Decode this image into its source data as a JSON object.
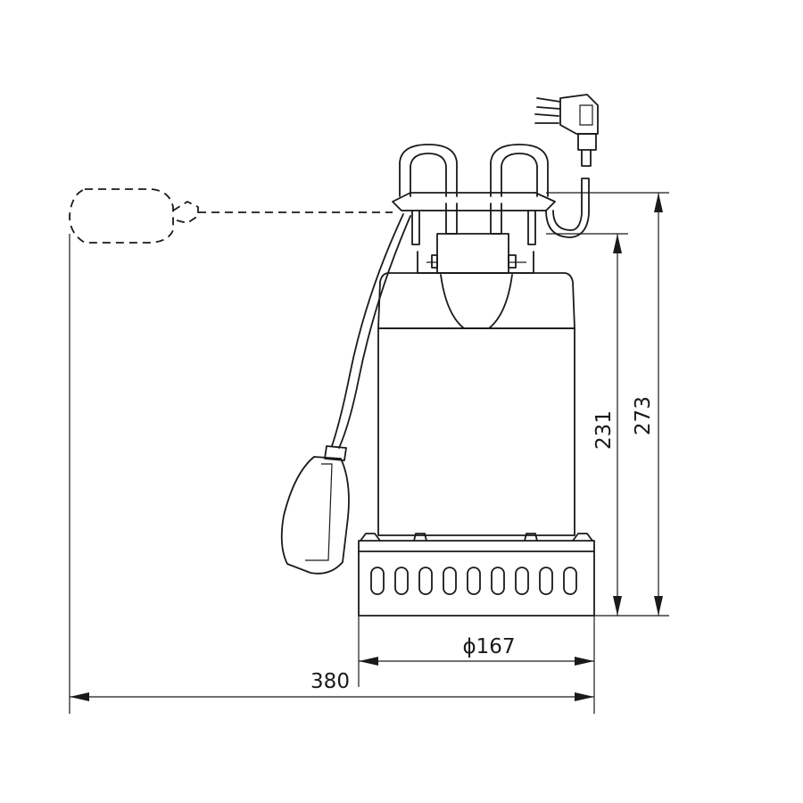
{
  "dimensions": {
    "width_overall": "380",
    "diameter": "ϕ167",
    "height_total": "273",
    "height_body": "231"
  }
}
